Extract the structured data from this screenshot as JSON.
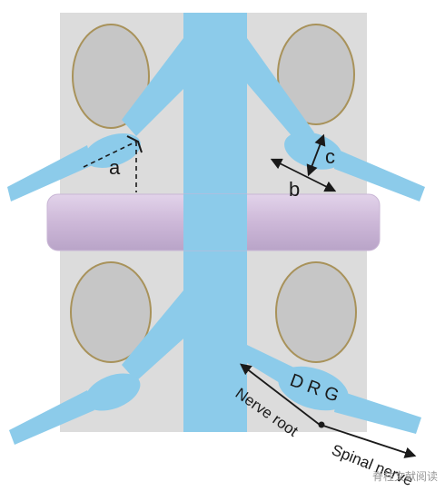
{
  "labels": {
    "a": "a",
    "b": "b",
    "c": "c",
    "drg": "D R G",
    "nerve_root": "Nerve root",
    "spinal_nerve": "Spinal nerve"
  },
  "watermark": "脊柱文献阅读",
  "colors": {
    "vertebra": "#dcdcdc",
    "pedicle_fill": "#c6c6c6",
    "pedicle_ring": "#a8925a",
    "nerve": "#8ccbea",
    "disc": "#cdb8d8",
    "disc_shade": "#b59fc4",
    "ink": "#1a1a1a"
  }
}
